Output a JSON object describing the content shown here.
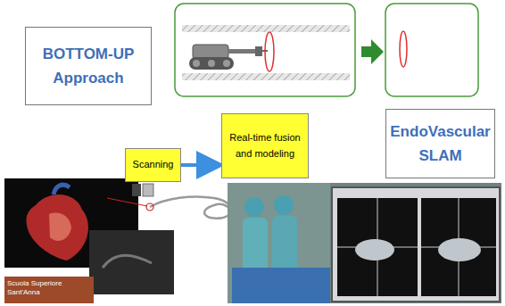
{
  "diagram": {
    "nodes": [
      {
        "text": [
          "BOTTOM-UP Approach"
        ]
      },
      {
        "text": [
          "Scanning"
        ]
      },
      {
        "text": [
          "Real-time fusion and modeling"
        ]
      },
      {
        "text": [
          "EndoVascular SLAM"
        ]
      }
    ],
    "edges": [
      {
        "from": 1,
        "to": 2,
        "arrow": "to"
      }
    ],
    "labels": [
      "Scuola Superiore Sant'Anna"
    ]
  }
}
